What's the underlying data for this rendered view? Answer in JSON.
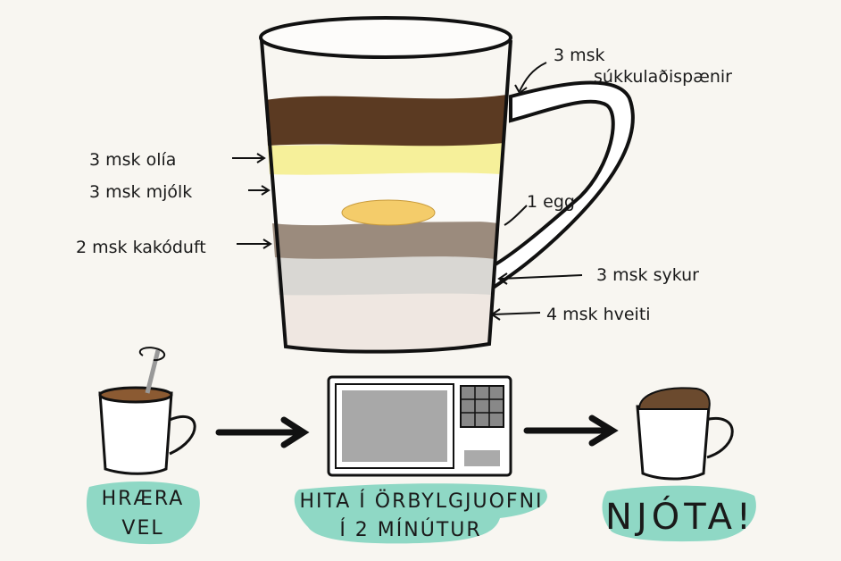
{
  "ingredients": {
    "chocolate": "3 msk",
    "chocolate_name": "súkkulaðispænir",
    "oil": "3 msk  olía",
    "milk": "3 msk  mjólk",
    "egg": "1 egg",
    "cocoa": "2 msk kakóduft",
    "sugar": "3 msk  sykur",
    "flour": "4 msk  hveiti"
  },
  "steps": {
    "step1_line1": "HRÆRA",
    "step1_line2": "VEL",
    "step2_line1": "HITA  Í  ÖRBYLGJUOFNI",
    "step2_line2": "Í  2  MÍNÚTUR",
    "step3": "NJÓTA!"
  },
  "colors": {
    "chocolate": "#5b3a22",
    "oil": "#f6f09a",
    "cocoa": "#9b8b7d",
    "sugar": "#d9d7d3",
    "flour": "#efe7e1",
    "highlight": "#8fd8c5"
  }
}
